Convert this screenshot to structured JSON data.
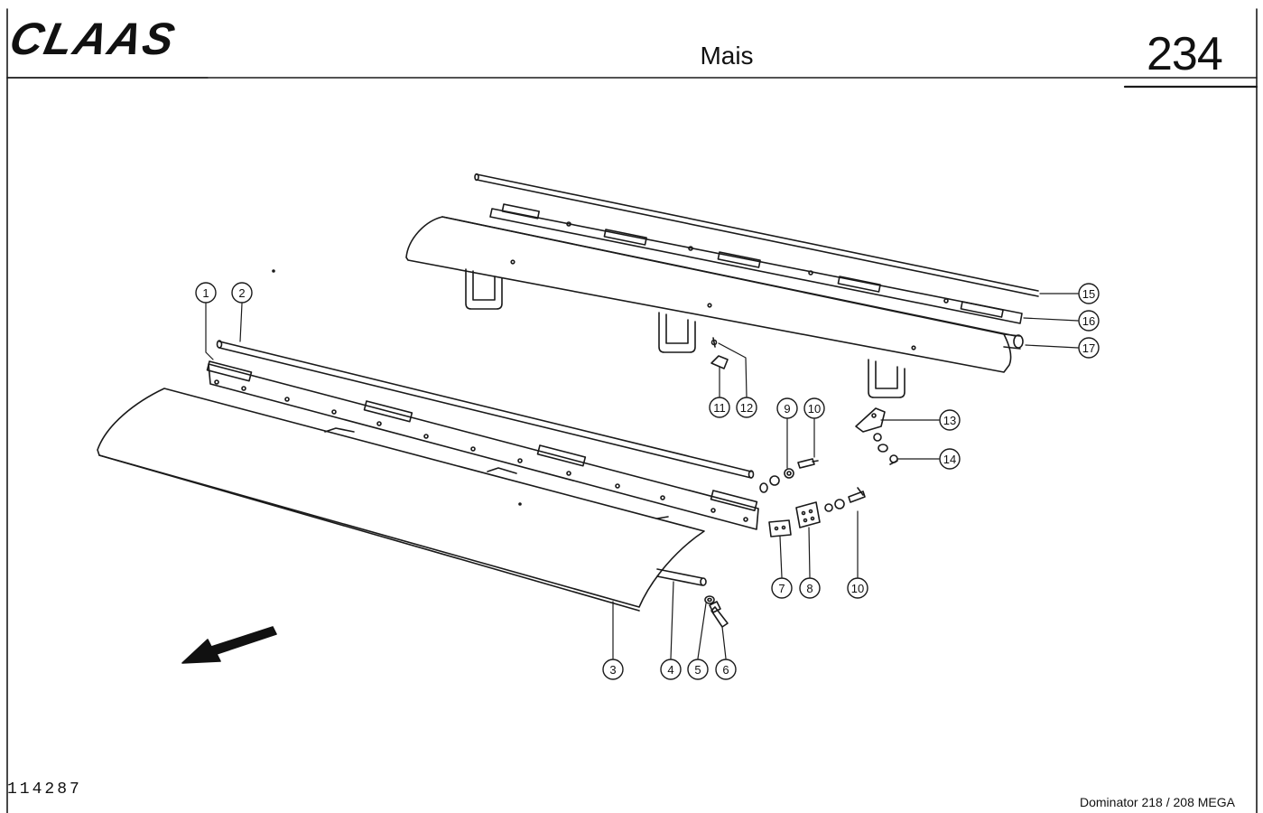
{
  "header": {
    "logo": "CLAAS",
    "title": "Mais",
    "page_number": "234"
  },
  "footer": {
    "drawing_number": "114287",
    "model": "Dominator 218 / 208 MEGA"
  },
  "callouts": [
    "1",
    "2",
    "3",
    "4",
    "5",
    "6",
    "7",
    "8",
    "9",
    "10",
    "10",
    "11",
    "12",
    "13",
    "14",
    "15",
    "16",
    "17"
  ]
}
